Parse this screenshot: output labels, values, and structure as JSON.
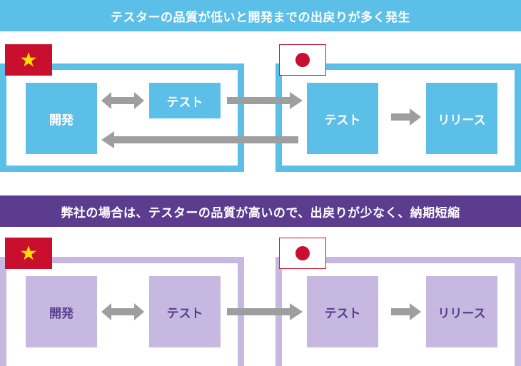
{
  "colors": {
    "blue": "#5bbfe8",
    "purple_banner": "#5b3c8f",
    "purple_light": "#c6b8e1",
    "purple_text": "#5a3d8e",
    "arrow_gray": "#9e9e9e",
    "flag_red": "#c8102e",
    "flag_yellow": "#ffde00"
  },
  "section_top": {
    "banner": "テスターの品質が低いと開発までの出戻りが多く発生",
    "left_flag": "vietnam-flag",
    "right_flag": "japan-flag",
    "left_boxes": [
      "開発",
      "テスト"
    ],
    "right_boxes": [
      "テスト",
      "リリース"
    ]
  },
  "section_bottom": {
    "banner": "弊社の場合は、テスターの品質が高いので、出戻りが少なく、納期短縮",
    "left_flag": "vietnam-flag",
    "right_flag": "japan-flag",
    "left_boxes": [
      "開発",
      "テスト"
    ],
    "right_boxes": [
      "テスト",
      "リリース"
    ]
  }
}
